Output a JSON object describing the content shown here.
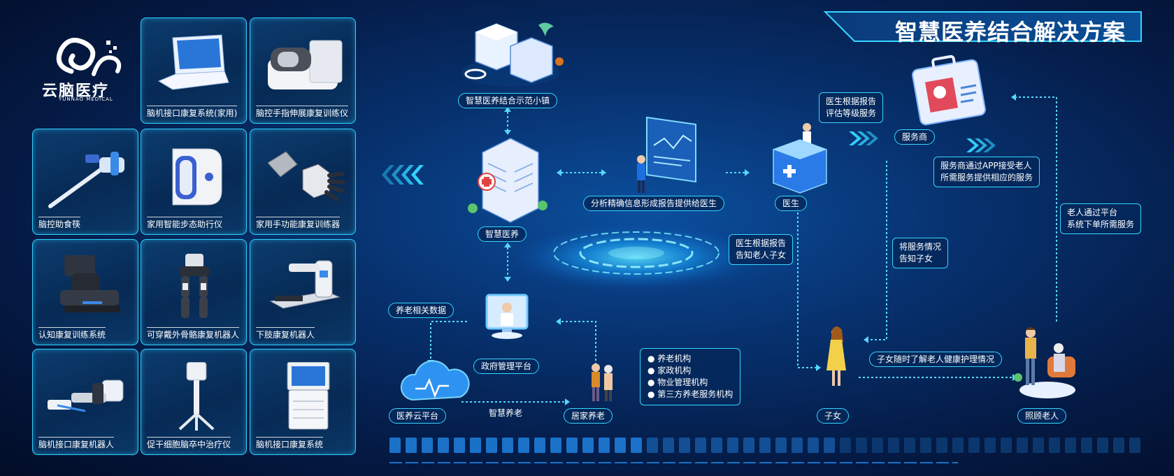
{
  "logo": {
    "cn": "云脑医疗",
    "en": "YUNNAO MEDICAL"
  },
  "title": "智慧医养结合解决方案",
  "products": [
    {
      "label": "脑机接口康复系统(家用)",
      "icon": "laptop-icon"
    },
    {
      "label": "脑控手指伸展康复训练仪",
      "icon": "hand-trainer-icon"
    },
    {
      "label": "脑控助食筷",
      "icon": "feeding-chopsticks-icon"
    },
    {
      "label": "家用智能步态助行仪",
      "icon": "gait-device-icon"
    },
    {
      "label": "家用手功能康复训练器",
      "icon": "hand-rehab-icon"
    },
    {
      "label": "认知康复训练系统",
      "icon": "cognitive-chair-icon"
    },
    {
      "label": "可穿戴外骨骼康复机器人",
      "icon": "exoskeleton-icon"
    },
    {
      "label": "下肢康复机器人",
      "icon": "lower-limb-robot-icon"
    },
    {
      "label": "脑机接口康复机器人",
      "icon": "bci-robot-icon"
    },
    {
      "label": "促干细胞脑卒中治疗仪",
      "icon": "stem-cell-device-icon"
    },
    {
      "label": "脑机接口康复系统",
      "icon": "bci-system-icon"
    }
  ],
  "nodes": {
    "town": "智慧医养结合示范小镇",
    "hospital": "智慧医养",
    "analysis": "分析精确信息形成报告提供给医生",
    "doctor": "医生",
    "provider": "服务商",
    "gov": "政府管理平台",
    "cloud": "医养云平台",
    "home": "居家养老",
    "children": "子女",
    "elder": "照顾老人"
  },
  "notes": {
    "eldercare_data": "养老相关数据",
    "smart_eldercare": "智慧养老",
    "doctor_report": [
      "医生根据报告",
      "评估等级服务"
    ],
    "provider_app": [
      "服务商通过APP接受老人",
      "所需服务提供相应的服务"
    ],
    "doctor_inform": [
      "医生根据报告",
      "告知老人子女"
    ],
    "service_inform": [
      "将服务情况",
      "告知子女"
    ],
    "elder_order": [
      "老人通过平台",
      "系统下单所需服务"
    ],
    "children_know": "子女随时了解老人健康护理情况",
    "institutions": [
      "养老机构",
      "家政机构",
      "物业管理机构",
      "第三方养老服务机构"
    ]
  }
}
